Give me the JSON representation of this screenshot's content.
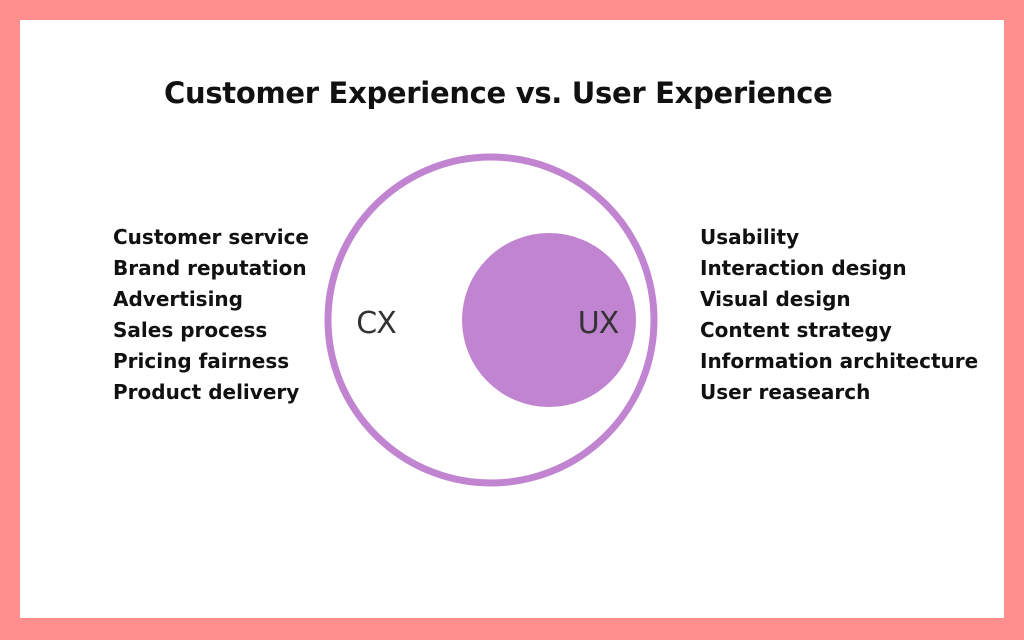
{
  "title": "Customer Experience vs. User Experience",
  "colors": {
    "frame": "#ff8f8f",
    "background": "#ffffff",
    "accent": "#c084d0"
  },
  "outer_circle": {
    "label": "CX"
  },
  "inner_circle": {
    "label": "UX"
  },
  "cx_items": [
    "Customer service",
    "Brand reputation",
    "Advertising",
    "Sales process",
    "Pricing fairness",
    "Product delivery"
  ],
  "ux_items": [
    "Usability",
    "Interaction design",
    "Visual design",
    "Content strategy",
    "Information architecture",
    "User reasearch"
  ]
}
